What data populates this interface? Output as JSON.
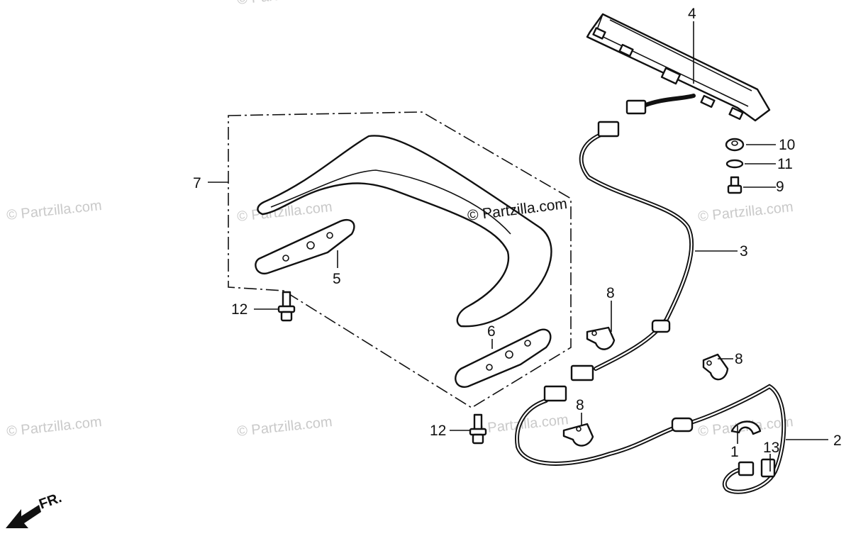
{
  "watermarks": [
    "© Partzilla.com",
    "© Partzilla.com",
    "© Partzilla.com",
    "© Partzilla.com",
    "© Partzilla.com",
    "© Partzilla.com",
    "© Partzilla.com",
    "© Partzilla.com"
  ],
  "main_watermark": "© Partzilla.com",
  "direction_label": "FR.",
  "callouts": {
    "c1": "1",
    "c2": "2",
    "c3": "3",
    "c4": "4",
    "c5": "5",
    "c6": "6",
    "c7": "7",
    "c8a": "8",
    "c8b": "8",
    "c8c": "8",
    "c9": "9",
    "c10": "10",
    "c11": "11",
    "c12a": "12",
    "c12b": "12",
    "c13": "13"
  },
  "colors": {
    "ink": "#111111",
    "watermark": "#c9c9c9",
    "paper": "#ffffff"
  }
}
